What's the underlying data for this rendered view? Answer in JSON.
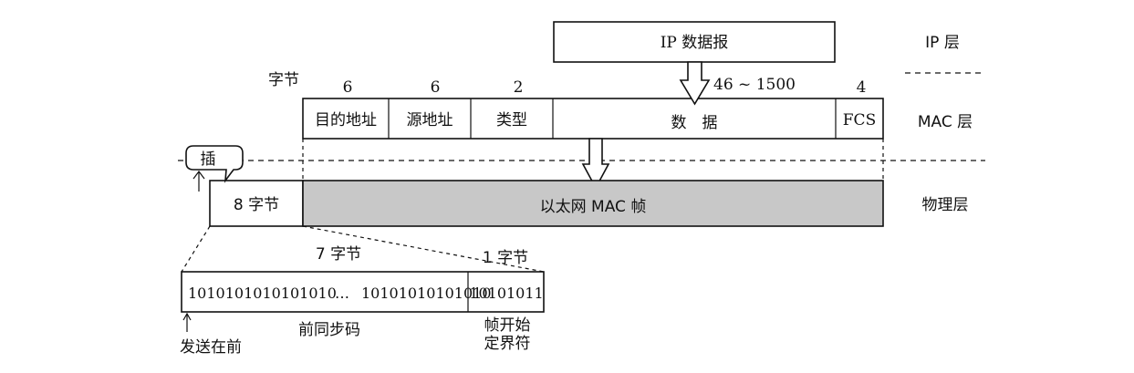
{
  "layers": {
    "ip": "IP 层",
    "mac": "MAC 层",
    "physical": "物理层"
  },
  "ip_datagram": "IP 数据报",
  "byte_label": "字节",
  "field_sizes": {
    "dest": "6",
    "src": "6",
    "type": "2",
    "data": "46 ~ 1500",
    "fcs": "4"
  },
  "fields": {
    "dest": "目的地址",
    "src": "源地址",
    "type": "类型",
    "data": "数　据",
    "fcs": "FCS"
  },
  "insert_callout": "插",
  "preamble_bytes": "8 字节",
  "ethernet_frame": "以太网 MAC 帧",
  "seven_bytes": "7 字节",
  "one_byte": "1 字节",
  "preamble_bits_left": "1010101010101010",
  "ellipsis": "…",
  "preamble_bits_mid": "10101010101010",
  "sfd_bits": "10101011",
  "preamble_name": "前同步码",
  "sfd_name_line1": "帧开始",
  "sfd_name_line2": "定界符",
  "send_first": "发送在前",
  "colors": {
    "frame_fill": "#c8c8c8",
    "stroke": "#111111"
  }
}
